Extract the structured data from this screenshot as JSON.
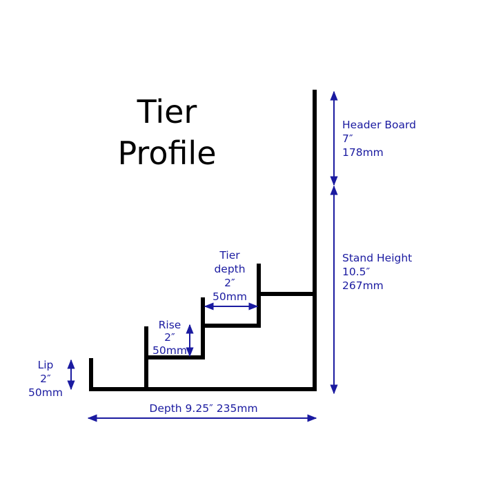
{
  "title": {
    "line1": "Tier",
    "line2": "Profile"
  },
  "dimensions": {
    "header_board": {
      "line1": "Header Board",
      "line2": "7″",
      "line3": "178mm"
    },
    "stand_height": {
      "line1": "Stand Height",
      "line2": "10.5″",
      "line3": "267mm"
    },
    "tier_depth": {
      "line1": "Tier",
      "line2": "depth",
      "line3": "2″",
      "line4": "50mm"
    },
    "rise": {
      "line1": "Rise",
      "line2": "2″",
      "line3": "50mm"
    },
    "lip": {
      "line1": "Lip",
      "line2": "2″",
      "line3": "50mm"
    },
    "depth": {
      "label": "Depth 9.25″ 235mm"
    }
  },
  "colors": {
    "profile": "#000000",
    "annotation": "#1a1aa0",
    "background": "#ffffff"
  }
}
